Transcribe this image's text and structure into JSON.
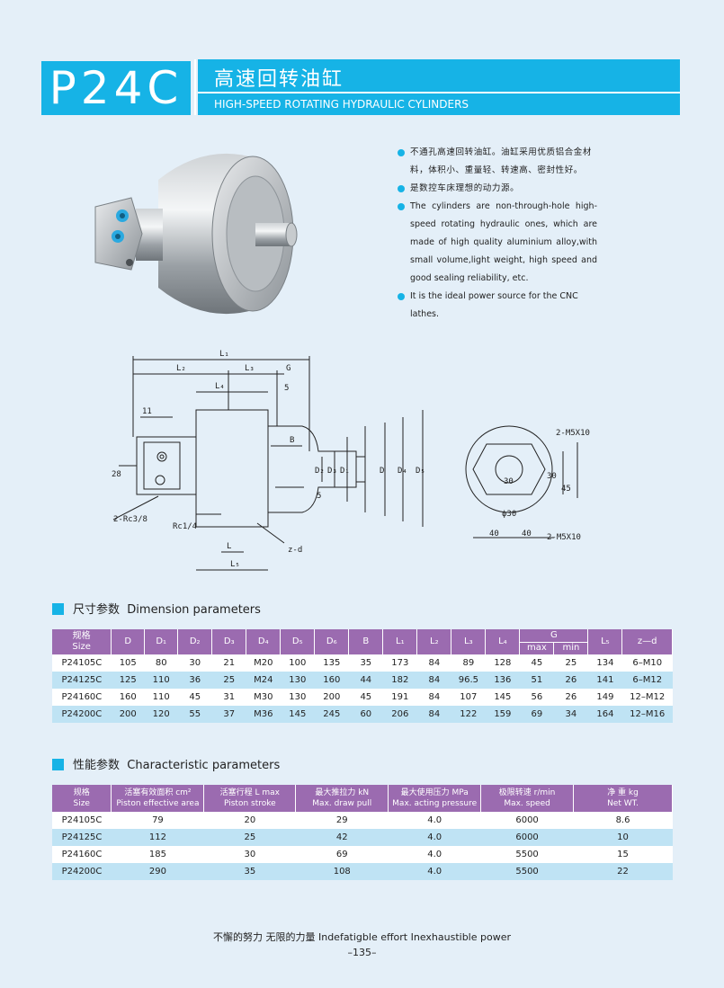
{
  "header": {
    "code": "P24C",
    "title_cn": "高速回转油缸",
    "title_en": "HIGH-SPEED ROTATING HYDRAULIC CYLINDERS"
  },
  "description": [
    {
      "text": "不通孔高速回转油缸。油缸采用优质铝合金材料，体积小、重量轻、转速高、密封性好。",
      "lang": "cn"
    },
    {
      "text": "是数控车床理想的动力源。",
      "lang": "cn"
    },
    {
      "text": "The cylinders are non-through-hole high-speed rotating hydraulic ones, which are made of high quality aluminium alloy,with small volume,light weight, high speed and good sealing reliability, etc.",
      "lang": "en"
    },
    {
      "text": "It is the ideal power source for the CNC lathes.",
      "lang": "en"
    }
  ],
  "drawing_labels": {
    "L1": "L₁",
    "L2": "L₂",
    "L3": "L₃",
    "L4": "L₄",
    "L5": "L₅",
    "G": "G",
    "five_a": "5",
    "five_b": "5",
    "eleven": "11",
    "B": "B",
    "twentyeight": "28",
    "rc38": "2-Rc3/8",
    "rc14": "Rc1/4",
    "zd": "z-d",
    "L": "L",
    "D2": "D₂",
    "D3": "D₃",
    "D1": "D₁",
    "D": "D",
    "D4": "D₄",
    "D5": "D₅",
    "m5a": "2-M5X10",
    "m5b": "2-M5X10",
    "thirty_h": "30",
    "thirty_v": "30",
    "fortyfive": "45",
    "phi30": "ϕ30",
    "forty_a": "40",
    "forty_b": "40"
  },
  "dimension_section": {
    "title_cn": "尺寸参数",
    "title_en": "Dimension parameters"
  },
  "dimension_table": {
    "headers": {
      "size_cn": "规格",
      "size_en": "Size",
      "cols": [
        "D",
        "D₁",
        "D₂",
        "D₃",
        "D₄",
        "D₅",
        "D₆",
        "B",
        "L₁",
        "L₂",
        "L₃",
        "L₄"
      ],
      "G": "G",
      "max": "max",
      "min": "min",
      "L5": "L₅",
      "zd": "z—d"
    },
    "rows": [
      [
        "P24105C",
        "105",
        "80",
        "30",
        "21",
        "M20",
        "100",
        "135",
        "35",
        "173",
        "84",
        "89",
        "128",
        "45",
        "25",
        "134",
        "6–M10"
      ],
      [
        "P24125C",
        "125",
        "110",
        "36",
        "25",
        "M24",
        "130",
        "160",
        "44",
        "182",
        "84",
        "96.5",
        "136",
        "51",
        "26",
        "141",
        "6–M12"
      ],
      [
        "P24160C",
        "160",
        "110",
        "45",
        "31",
        "M30",
        "130",
        "200",
        "45",
        "191",
        "84",
        "107",
        "145",
        "56",
        "26",
        "149",
        "12–M12"
      ],
      [
        "P24200C",
        "200",
        "120",
        "55",
        "37",
        "M36",
        "145",
        "245",
        "60",
        "206",
        "84",
        "122",
        "159",
        "69",
        "34",
        "164",
        "12–M16"
      ]
    ]
  },
  "characteristic_section": {
    "title_cn": "性能参数",
    "title_en": "Characteristic parameters"
  },
  "characteristic_table": {
    "headers": [
      {
        "cn": "规格",
        "en": "Size"
      },
      {
        "cn": "活塞有效面积  cm²",
        "en": "Piston effective area"
      },
      {
        "cn": "活塞行程 L max",
        "en": "Piston stroke"
      },
      {
        "cn": "最大推拉力 kN",
        "en": "Max. draw pull"
      },
      {
        "cn": "最大使用压力 MPa",
        "en": "Max. acting pressure"
      },
      {
        "cn": "极限转速 r/min",
        "en": "Max. speed"
      },
      {
        "cn": "净  重  kg",
        "en": "Net WT."
      }
    ],
    "rows": [
      [
        "P24105C",
        "79",
        "20",
        "29",
        "4.0",
        "6000",
        "8.6"
      ],
      [
        "P24125C",
        "112",
        "25",
        "42",
        "4.0",
        "6000",
        "10"
      ],
      [
        "P24160C",
        "185",
        "30",
        "69",
        "4.0",
        "5500",
        "15"
      ],
      [
        "P24200C",
        "290",
        "35",
        "108",
        "4.0",
        "5500",
        "22"
      ]
    ]
  },
  "footer": {
    "slogan": "不懈的努力   无限的力量   Indefatigble effort  Inexhaustible power",
    "page": "–135–"
  },
  "colors": {
    "accent": "#16b3e6",
    "table_header": "#9b6bb0",
    "row_alt": "#bfe3f4",
    "page_bg": "#e4eff8"
  }
}
